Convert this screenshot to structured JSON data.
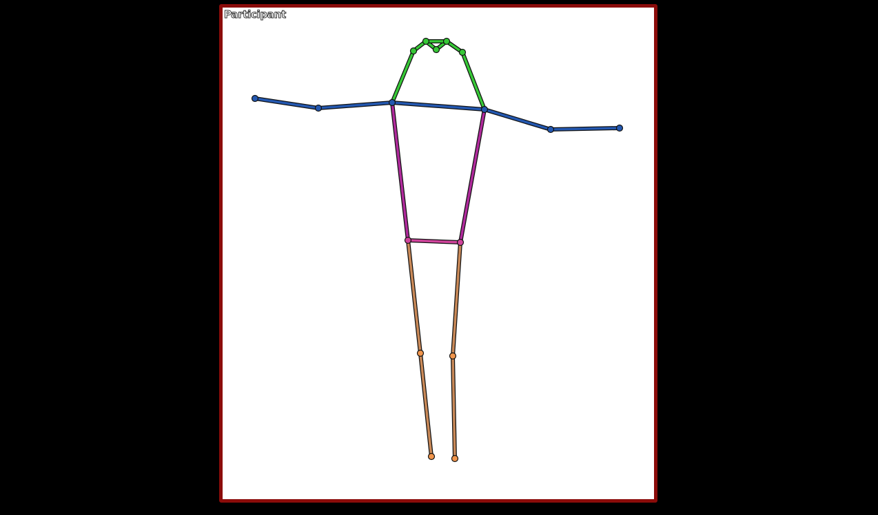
{
  "subject_label": "Participant",
  "colors": {
    "frame": "#8b0c0a",
    "head": "#37c837",
    "arms": "#2458b0",
    "torso": "#b02a9c",
    "hips": "#d0449c",
    "legs": "#c98958",
    "leg_joint": "#f0954c",
    "outline": "#111111"
  },
  "skeleton": {
    "groups": {
      "head": {
        "color_key": "head",
        "name": "head-segment"
      },
      "arms": {
        "color_key": "arms",
        "name": "arm-segment"
      },
      "torso": {
        "color_key": "torso",
        "name": "torso-segment"
      },
      "hips": {
        "color_key": "hips",
        "name": "hip-segment"
      },
      "legs": {
        "color_key": "legs",
        "name": "leg-segment"
      }
    }
  }
}
